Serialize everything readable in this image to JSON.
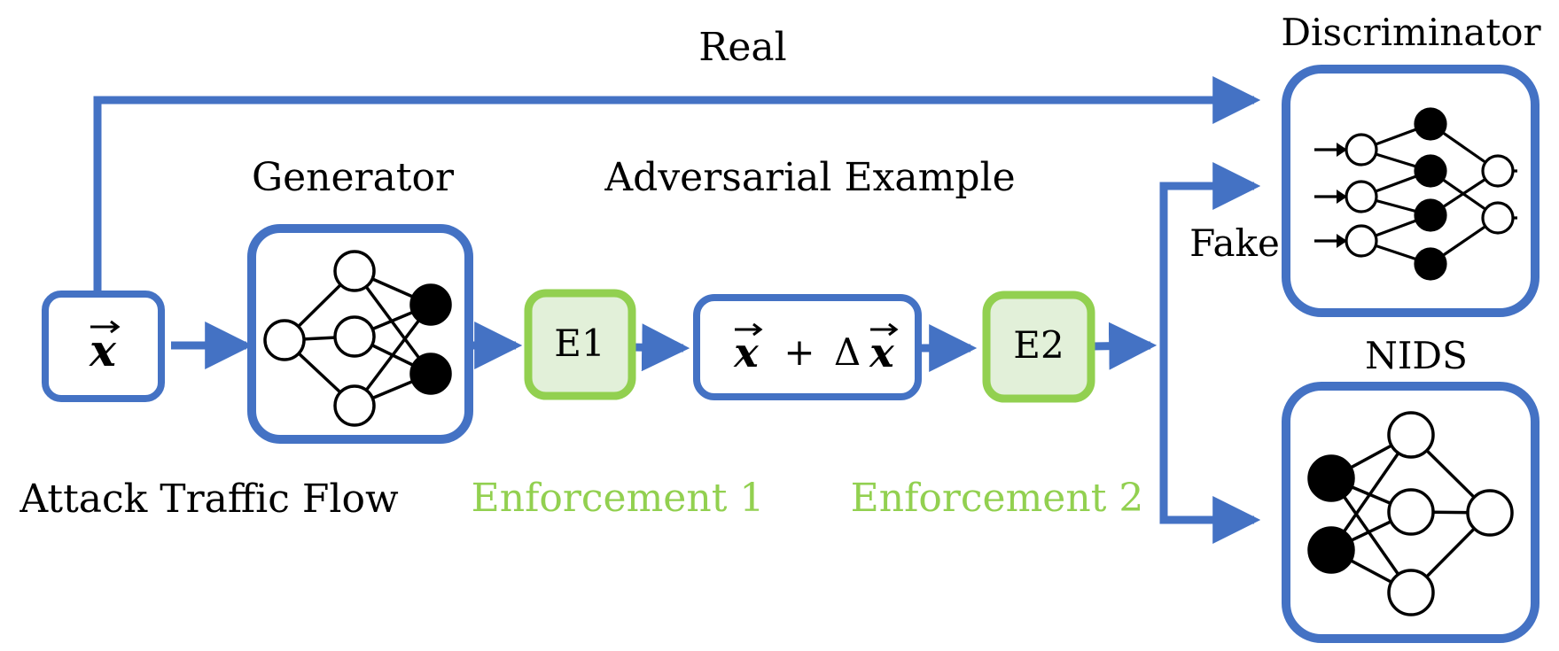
{
  "colors": {
    "flow_blue": "#4472c4",
    "enforcement_green": "#92d050",
    "enforcement_fill": "#e2f0d9",
    "node_black": "#000000",
    "node_white": "#ffffff"
  },
  "labels": {
    "real": "Real",
    "discriminator": "Discriminator",
    "generator": "Generator",
    "adversarial_example": "Adversarial Example",
    "fake": "Fake",
    "nids": "NIDS",
    "attack_traffic_flow": "Attack Traffic Flow",
    "enforcement_1": "Enforcement 1",
    "enforcement_2": "Enforcement 2"
  },
  "boxes": {
    "input_symbol": "x",
    "e1": "E1",
    "e2": "E2",
    "perturbed_plus": "+",
    "perturbed_delta": "Δ",
    "perturbed_x": "x"
  },
  "icons": {
    "generator": "neural-network-icon",
    "discriminator": "neural-network-icon",
    "nids": "neural-network-icon"
  }
}
